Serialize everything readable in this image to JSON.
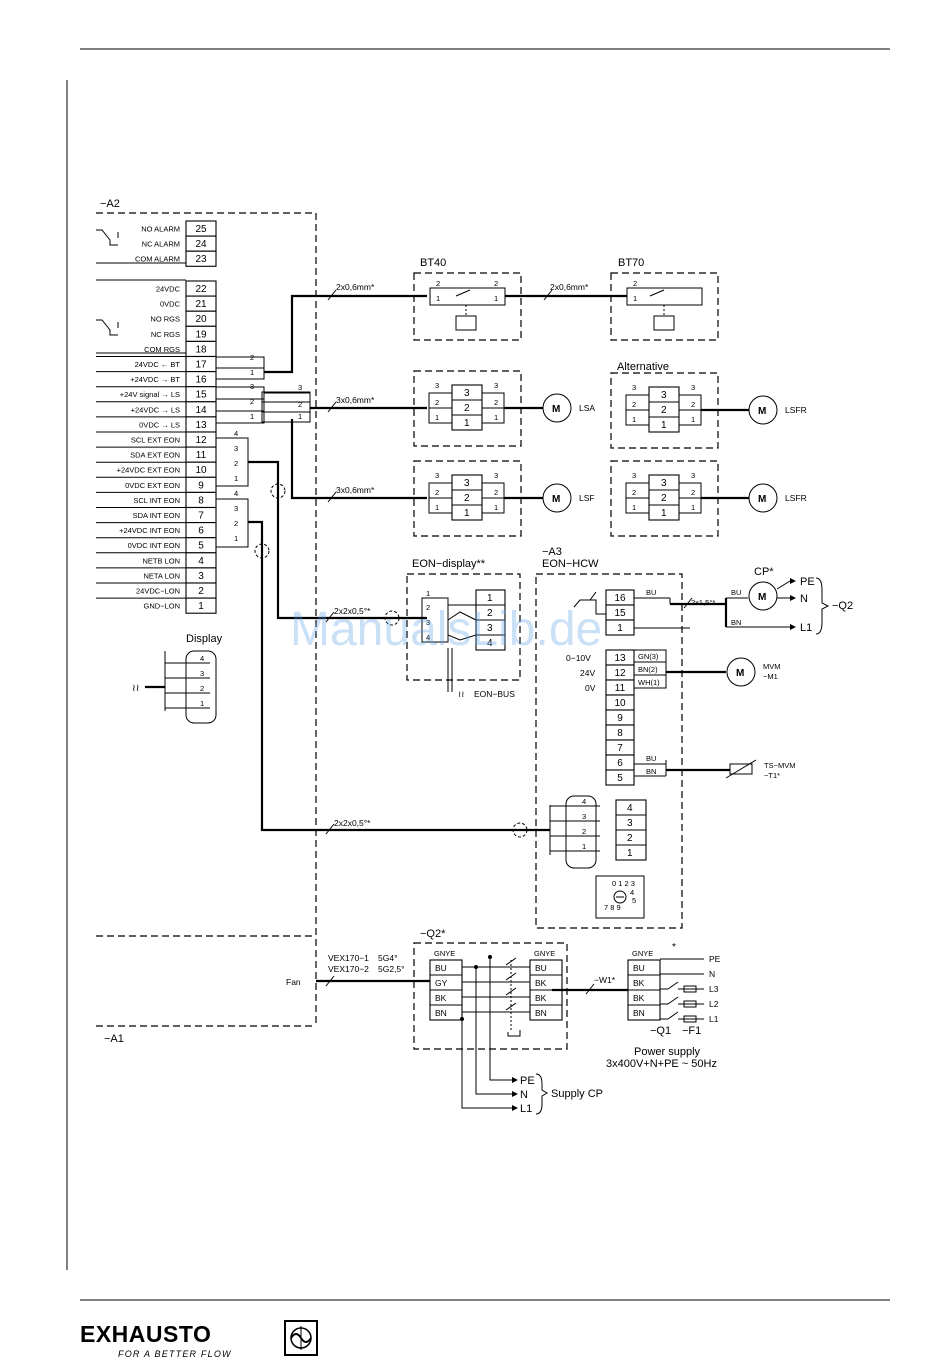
{
  "a2": {
    "label": "−A2",
    "alarm": [
      {
        "label": "NO ALARM",
        "num": "25"
      },
      {
        "label": "NC ALARM",
        "num": "24"
      },
      {
        "label": "COM ALARM",
        "num": "23"
      }
    ],
    "terms": [
      {
        "label": "24VDC",
        "num": "22"
      },
      {
        "label": "0VDC",
        "num": "21"
      },
      {
        "label": "NO RGS",
        "num": "20"
      },
      {
        "label": "NC RGS",
        "num": "19"
      },
      {
        "label": "COM RGS",
        "num": "18"
      },
      {
        "label": "24VDC ← BT",
        "num": "17"
      },
      {
        "label": "+24VDC → BT",
        "num": "16"
      },
      {
        "label": "+24V signal → LS",
        "num": "15"
      },
      {
        "label": "+24VDC → LS",
        "num": "14"
      },
      {
        "label": "0VDC → LS",
        "num": "13"
      },
      {
        "label": "SCL EXT EON",
        "num": "12"
      },
      {
        "label": "SDA EXT EON",
        "num": "11"
      },
      {
        "label": "+24VDC EXT EON",
        "num": "10"
      },
      {
        "label": "0VDC EXT EON",
        "num": "9"
      },
      {
        "label": "SCL INT EON",
        "num": "8"
      },
      {
        "label": "SDA INT EON",
        "num": "7"
      },
      {
        "label": "+24VDC INT EON",
        "num": "6"
      },
      {
        "label": "0VDC INT EON",
        "num": "5"
      },
      {
        "label": "NETB LON",
        "num": "4"
      },
      {
        "label": "NETA LON",
        "num": "3"
      },
      {
        "label": "24VDC−LON",
        "num": "2"
      },
      {
        "label": "GND−LON",
        "num": "1"
      }
    ]
  },
  "a1_label": "−A1",
  "fan_label": "Fan",
  "bt40": "BT40",
  "bt70": "BT70",
  "alternative": "Alternative",
  "cable_2x06": "2x0,6mm*",
  "cable_3x06": "3x0,6mm*",
  "cable_2x2x05": "2x2x0,5°*",
  "cable_2x15": "2x1,5°*",
  "lsa": "LSA",
  "lsf": "LSF",
  "lsfr": "LSFR",
  "motor": "M",
  "eon_display": "EON−display**",
  "eon_bus": "EON−BUS",
  "display": "Display",
  "a3": "−A3",
  "eon_hcw": "EON−HCW",
  "hcw_terms": [
    "16",
    "15",
    "1",
    "13",
    "12",
    "11",
    "10",
    "9",
    "8",
    "7",
    "6",
    "5"
  ],
  "hcw_side": {
    "v010": "0−10V",
    "v24": "24V",
    "v0": "0V"
  },
  "wire_colors": {
    "bu": "BU",
    "bn": "BN",
    "gn3": "GN(3)",
    "bn2": "BN(2)",
    "wh1": "WH(1)",
    "gnye": "GNYE",
    "gy": "GY",
    "bk": "BK"
  },
  "cp": "CP*",
  "pe": "PE",
  "n": "N",
  "l1": "L1",
  "l2": "L2",
  "l3": "L3",
  "q2": "−Q2",
  "q2star": "−Q2*",
  "mvm": "MVM\n−M1",
  "mvm_line1": "MVM",
  "mvm_line2": "−M1",
  "ts_line1": "TS−MVM",
  "ts_line2": "−T1*",
  "vex1": "VEX170−1",
  "vex2": "VEX170−2",
  "vex1_cable": "5G4°",
  "vex2_cable": "5G2,5°",
  "w1": "−W1*",
  "q1": "−Q1",
  "f1": "−F1",
  "star": "*",
  "power_supply": "Power supply",
  "power_spec": "3x400V+N+PE ~ 50Hz",
  "supply_cp": "Supply CP",
  "brand": "EXHAUSTO",
  "tagline": "FOR A BETTER FLOW",
  "watermark": "ManualsLib.de"
}
